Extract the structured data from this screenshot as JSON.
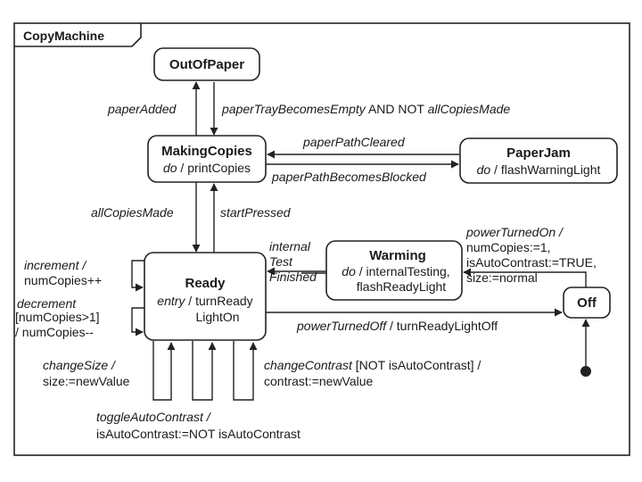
{
  "frame": {
    "title": "CopyMachine"
  },
  "states": {
    "out_of_paper": {
      "name": "OutOfPaper"
    },
    "making_copies": {
      "name": "MakingCopies",
      "activity_kw": "do",
      "activity": "printCopies"
    },
    "paper_jam": {
      "name": "PaperJam",
      "activity_kw": "do",
      "activity": "flashWarningLight"
    },
    "ready": {
      "name": "Ready",
      "activity_kw": "entry",
      "activity_1": "turnReady",
      "activity_2": "LightOn"
    },
    "warming": {
      "name": "Warming",
      "activity_kw": "do",
      "activity_1": "internalTesting,",
      "activity_2": "flashReadyLight"
    },
    "off": {
      "name": "Off"
    }
  },
  "transitions": {
    "paper_added": {
      "event": "paperAdded"
    },
    "tray_empty": {
      "event": "paperTrayBecomesEmpty",
      "guard": "AND NOT",
      "event2": "allCopiesMade"
    },
    "path_cleared": {
      "event": "paperPathCleared"
    },
    "path_blocked": {
      "event": "paperPathBecomesBlocked"
    },
    "all_copies_made": {
      "event": "allCopiesMade"
    },
    "start_pressed": {
      "event": "startPressed"
    },
    "internal_test": {
      "line1": "internal",
      "line2": "Test",
      "line3": "Finished"
    },
    "power_on": {
      "event": "powerTurnedOn /",
      "action1": "numCopies:=1,",
      "action2": "isAutoContrast:=TRUE,",
      "action3": "size:=normal"
    },
    "power_off": {
      "event": "powerTurnedOff",
      "action": "/ turnReadyLightOff"
    },
    "increment": {
      "event": "increment /",
      "action": "numCopies++"
    },
    "decrement": {
      "event": "decrement",
      "guard": "[numCopies>1]",
      "action": "/ numCopies--"
    },
    "change_size": {
      "event": "changeSize /",
      "action": "size:=newValue"
    },
    "change_contrast": {
      "event": "changeContrast",
      "guard": "[NOT isAutoContrast] /",
      "action": "contrast:=newValue"
    },
    "toggle_contrast": {
      "event": "toggleAutoContrast /",
      "action": "isAutoContrast:=NOT isAutoContrast"
    }
  }
}
